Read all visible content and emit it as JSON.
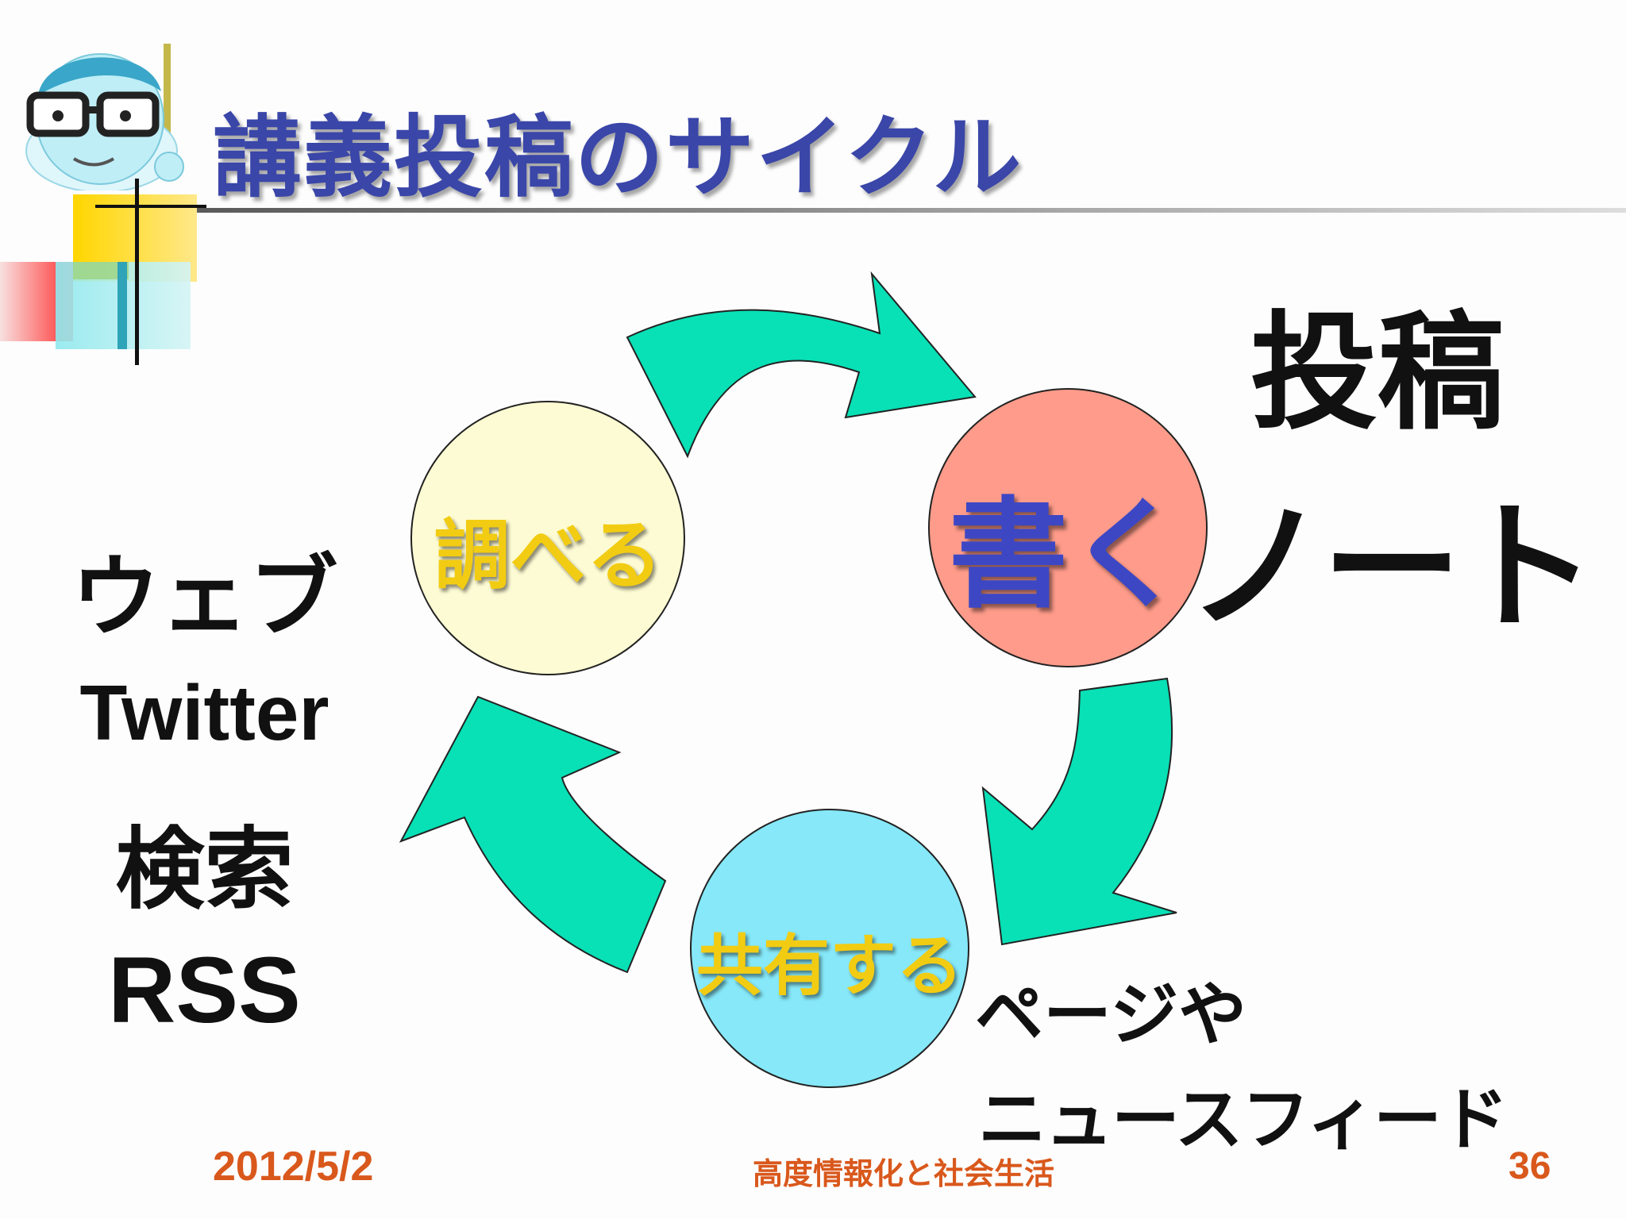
{
  "slide": {
    "title": "講義投稿のサイクル",
    "accent_color": "#3a46a8"
  },
  "diagram": {
    "nodes": [
      {
        "id": "research",
        "label": "調べる",
        "fill": "#fdfbd3",
        "text_color": "#f2cc12"
      },
      {
        "id": "write",
        "label": "書く",
        "fill": "#fe9b8a",
        "text_color": "#3d47c4"
      },
      {
        "id": "share",
        "label": "共有する",
        "fill": "#86e8f8",
        "text_color": "#f2cc12"
      }
    ],
    "arrow_color": "#08e0b6"
  },
  "annotations": {
    "research_sources": [
      "ウェブ",
      "Twitter",
      "検索",
      "RSS"
    ],
    "write_targets": {
      "line1": "投稿",
      "line2": "ノート"
    },
    "share_targets": {
      "line1": "ページや",
      "line2": "ニュースフィード"
    }
  },
  "footer": {
    "date": "2012/5/2",
    "course": "高度情報化と社会生活",
    "page_number": "36"
  }
}
